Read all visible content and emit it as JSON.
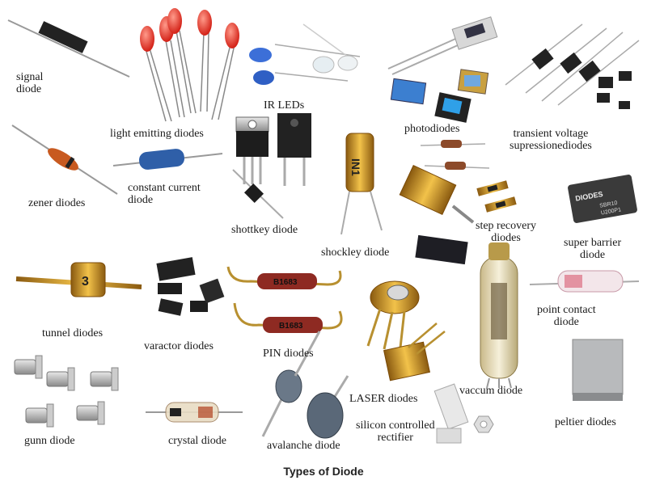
{
  "caption": "Types of Diode",
  "labels": {
    "signal_diode": "signal\ndiode",
    "light_emitting_diodes": "light emitting diodes",
    "ir_leds": "IR LEDs",
    "photodiodes": "photodiodes",
    "transient_voltage": "transient  voltage\nsupressionediodes",
    "zener_diodes": "zener diodes",
    "constant_current_diode": "constant current\ndiode",
    "shottkey_diode": "shottkey  diode",
    "shockley_diode": "shockley  diode",
    "step_recovery_diodes": "step  recovery\ndiodes",
    "super_barrier_diode": "super barrier\ndiode",
    "tunnel_diodes": "tunnel  diodes",
    "varactor_diodes": "varactor diodes",
    "pin_diodes": "PIN diodes",
    "point_contact_diode": "point contact\ndiode",
    "gunn_diode": "gunn diode",
    "crystal_diode": "crystal diode",
    "avalanche_diode": "avalanche diode",
    "laser_diodes": "LASER diodes",
    "silicon_controlled_rectifier": "silicon controlled\nrectifier",
    "vaccum_diode": "vaccum diode",
    "peltier_diodes": "peltier diodes"
  },
  "component_markings": {
    "super_barrier_brand": "DIODES",
    "super_barrier_part": "SBR10\nU200P1",
    "pin_diode_code": "B1683"
  }
}
